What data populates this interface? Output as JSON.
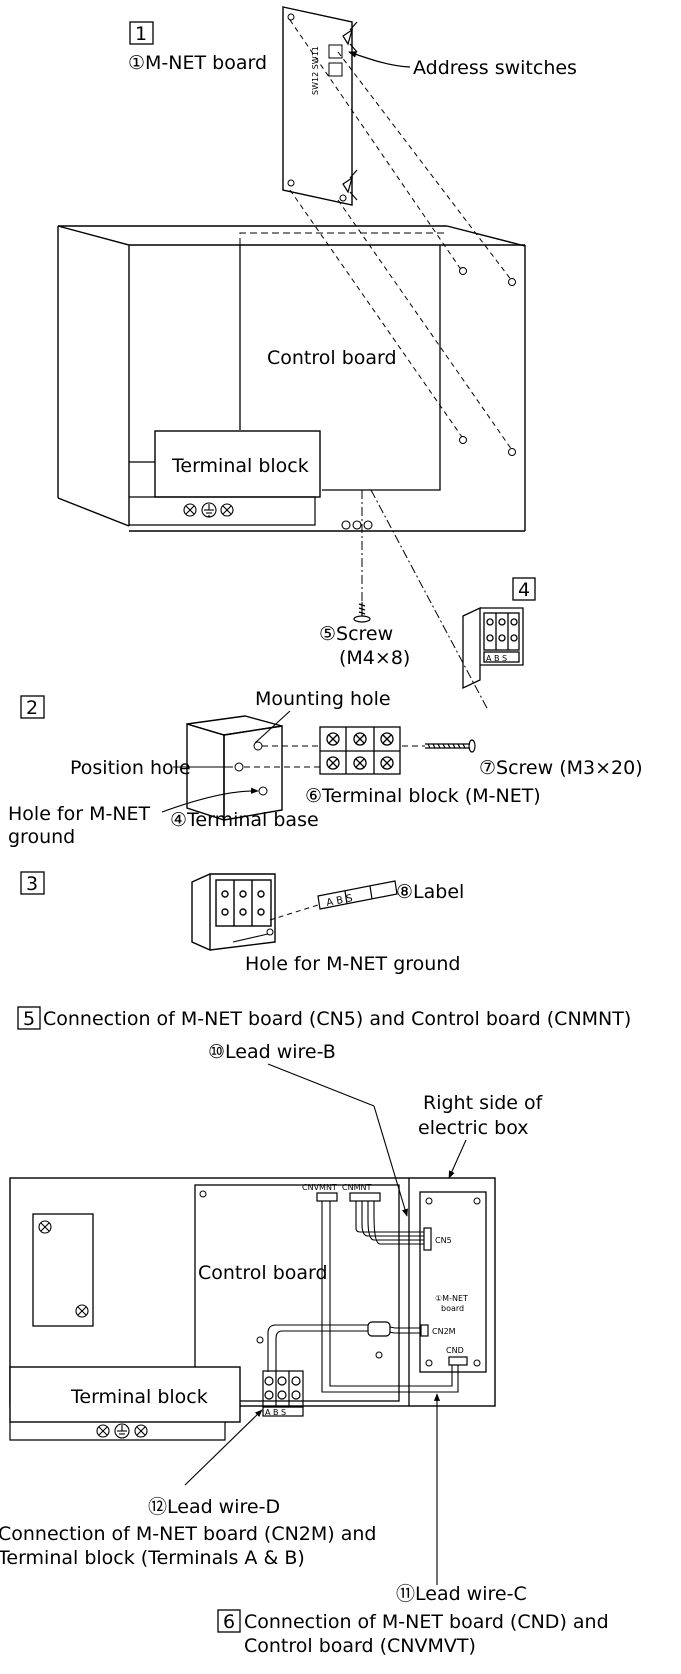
{
  "step1": {
    "number": "1",
    "mnet_board": "①M-NET board",
    "address_switches": "Address switches",
    "sw_labels": "SW12 SW11",
    "control_board": "Control board",
    "terminal_block": "Terminal block",
    "screw": "⑤Screw",
    "screw_size": "(M4×8)",
    "tb_letters": "A B S"
  },
  "step4": {
    "number": "4"
  },
  "step2": {
    "number": "2",
    "mounting_hole": "Mounting hole",
    "position_hole": "Position hole",
    "screw": "⑦Screw (M3×20)",
    "terminal_block": "⑥Terminal block (M-NET)",
    "hole_ground_1": "Hole for M-NET",
    "hole_ground_2": "ground",
    "terminal_base": "④Terminal base"
  },
  "step3": {
    "number": "3",
    "label": "⑧Label",
    "label_letters": "A B S",
    "hole_ground": "Hole for M-NET ground"
  },
  "step5": {
    "number": "5",
    "title": "Connection of M-NET board (CN5) and Control board (CNMNT)",
    "lead_wire_b": "⑩Lead wire-B",
    "right_side_1": "Right side of",
    "right_side_2": "electric box",
    "cnvmnt": "CNVMNT",
    "cnmnt": "CNMNT",
    "cn5": "CN5",
    "mnet_board_1": "①M-NET",
    "mnet_board_2": "board",
    "cn2m": "CN2M",
    "cnd": "CND",
    "control_board": "Control board",
    "terminal_block": "Terminal block",
    "tb_letters": "A B S",
    "lead_wire_d": "⑫Lead wire-D",
    "conn_cn2m_1": "Connection of M-NET board (CN2M) and",
    "conn_cn2m_2": "Terminal block (Terminals A & B)"
  },
  "step6": {
    "number": "6",
    "lead_wire_c": "⑪Lead wire-C",
    "title_1": "Connection of M-NET board (CND) and",
    "title_2": "Control board (CNVMVT)"
  }
}
